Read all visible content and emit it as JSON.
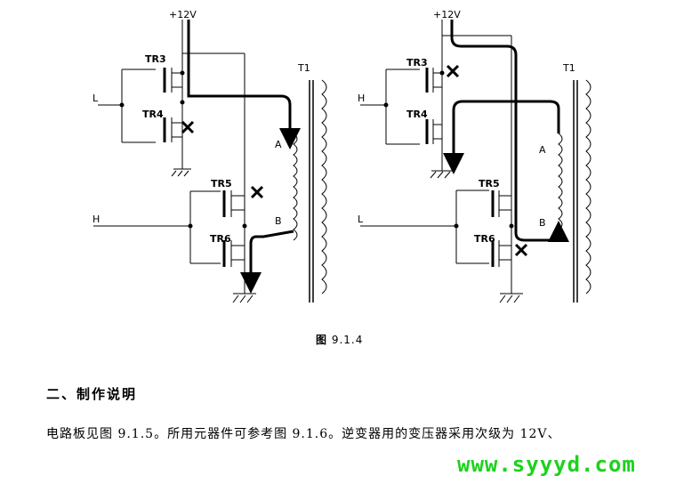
{
  "left_circuit": {
    "supply": "+12V",
    "input_top": "L",
    "input_bottom": "H",
    "tr_a": "TR3",
    "tr_b": "TR4",
    "tr_c": "TR5",
    "tr_d": "TR6",
    "transformer": "T1",
    "node_a": "A",
    "node_b": "B"
  },
  "right_circuit": {
    "supply": "+12V",
    "input_top": "H",
    "input_bottom": "L",
    "tr_a": "TR3",
    "tr_b": "TR4",
    "tr_c": "TR5",
    "tr_d": "TR6",
    "transformer": "T1",
    "node_a": "A",
    "node_b": "B"
  },
  "caption": {
    "prefix": "图",
    "number": "9.1.4"
  },
  "section_heading": "二、制作说明",
  "body_text": "电路板见图 9.1.5。所用元器件可参考图 9.1.6。逆变器用的变压器采用次级为 12V、",
  "watermark": "www.syyyd.com"
}
